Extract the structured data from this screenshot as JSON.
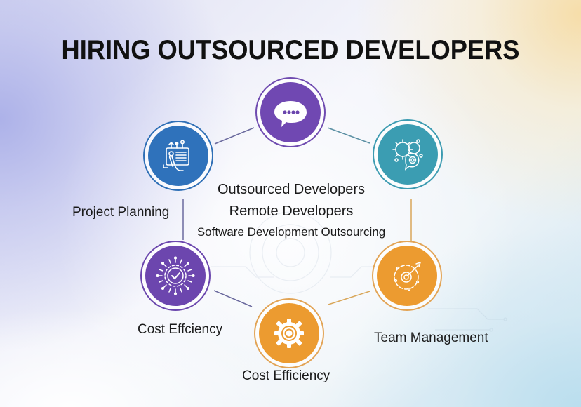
{
  "title": "HIRING OUTSOURCED DEVELOPERS",
  "center": {
    "line1": "Outsourced Developers",
    "line2": "Remote Developers",
    "line3": "Software Development Outsourcing"
  },
  "nodes": [
    {
      "id": "communication",
      "icon": "chat-bubble-icon",
      "color": "#6f4bb0",
      "label": ""
    },
    {
      "id": "project-planning",
      "icon": "hand-touch-dashboard-icon",
      "color": "#2f6fb6",
      "label": "Project Planning"
    },
    {
      "id": "technical-skills",
      "icon": "gears-target-icon",
      "color": "#3c9bb1",
      "label": ""
    },
    {
      "id": "cost-efficiency-left",
      "icon": "check-badge-circuit-icon",
      "color": "#6a46ad",
      "label": "Cost Effciency"
    },
    {
      "id": "cost-efficiency-bottom",
      "icon": "gear-icon",
      "color": "#eb9b2f",
      "label": "Cost Efficiency"
    },
    {
      "id": "team-management",
      "icon": "gauge-target-icon",
      "color": "#eb9b2f",
      "label": "Team Management"
    }
  ],
  "colors": {
    "title": "#111111",
    "purple": "#6f4bb0",
    "blue": "#2f6fb6",
    "teal": "#3c9bb1",
    "orange": "#eb9b2f",
    "connector_purple": "#6b6a9e",
    "connector_teal": "#5a8fa3",
    "connector_orange": "#d9a75a"
  }
}
